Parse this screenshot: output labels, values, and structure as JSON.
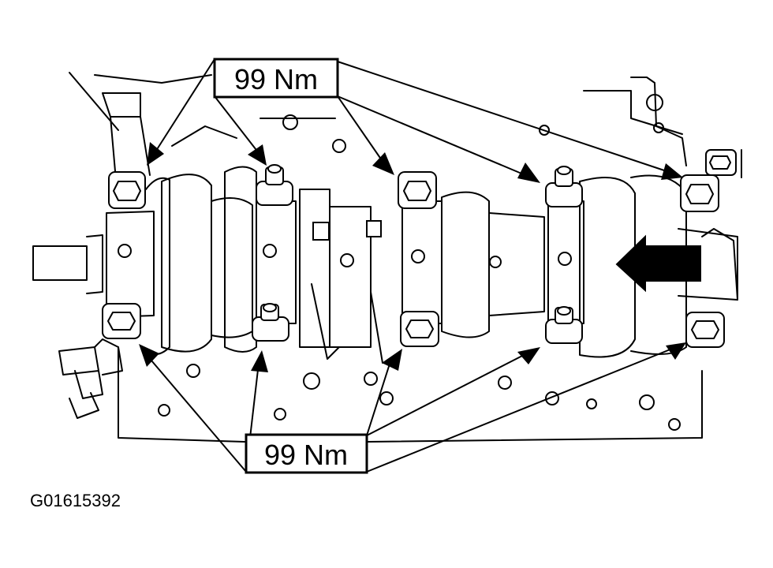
{
  "callouts": {
    "top_torque": "99 Nm",
    "bottom_torque": "99 Nm"
  },
  "figure_id": "G01615392",
  "icons": [
    "main-bearing-bolt-icon",
    "front-direction-arrow-icon"
  ]
}
